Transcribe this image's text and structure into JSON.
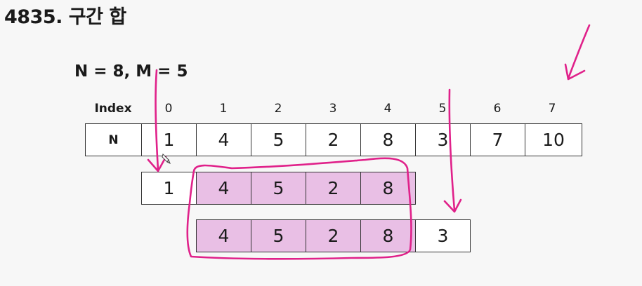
{
  "title": "4835. 구간 합",
  "params": "N = 8, M = 5",
  "table": {
    "index_label": "Index",
    "row_label": "N",
    "indices": [
      "0",
      "1",
      "2",
      "3",
      "4",
      "5",
      "6",
      "7"
    ],
    "values": [
      "1",
      "4",
      "5",
      "2",
      "8",
      "3",
      "7",
      "10"
    ]
  },
  "window1": [
    "1",
    "4",
    "5",
    "2",
    "8"
  ],
  "window2": [
    "4",
    "5",
    "2",
    "8",
    "3"
  ],
  "colors": {
    "highlight": "#e9bfe5",
    "annotation": "#e0218a"
  }
}
